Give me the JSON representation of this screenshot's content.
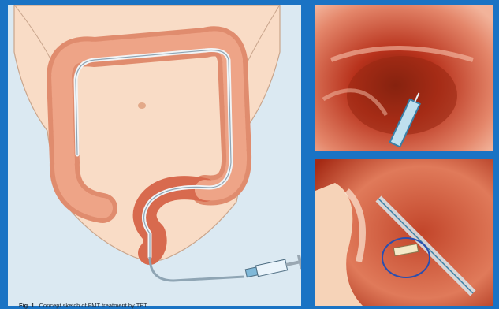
{
  "figure": {
    "caption_label": "Fig. 1",
    "caption_text": "Concept sketch of FMT treatment by TET.",
    "background_color": "#1a73c4",
    "panel_color": "#dbe9f2"
  },
  "panels": [
    {
      "name": "concept-sketch",
      "content": "illustration of torso with colon and transendoscopic tube connected to syringe"
    },
    {
      "name": "endoscopic-view-top",
      "content": "endoscopic photo of colon lumen with clip"
    },
    {
      "name": "endoscopic-view-bottom",
      "content": "endoscopic photo of colon wall with tube and clip loop"
    }
  ]
}
